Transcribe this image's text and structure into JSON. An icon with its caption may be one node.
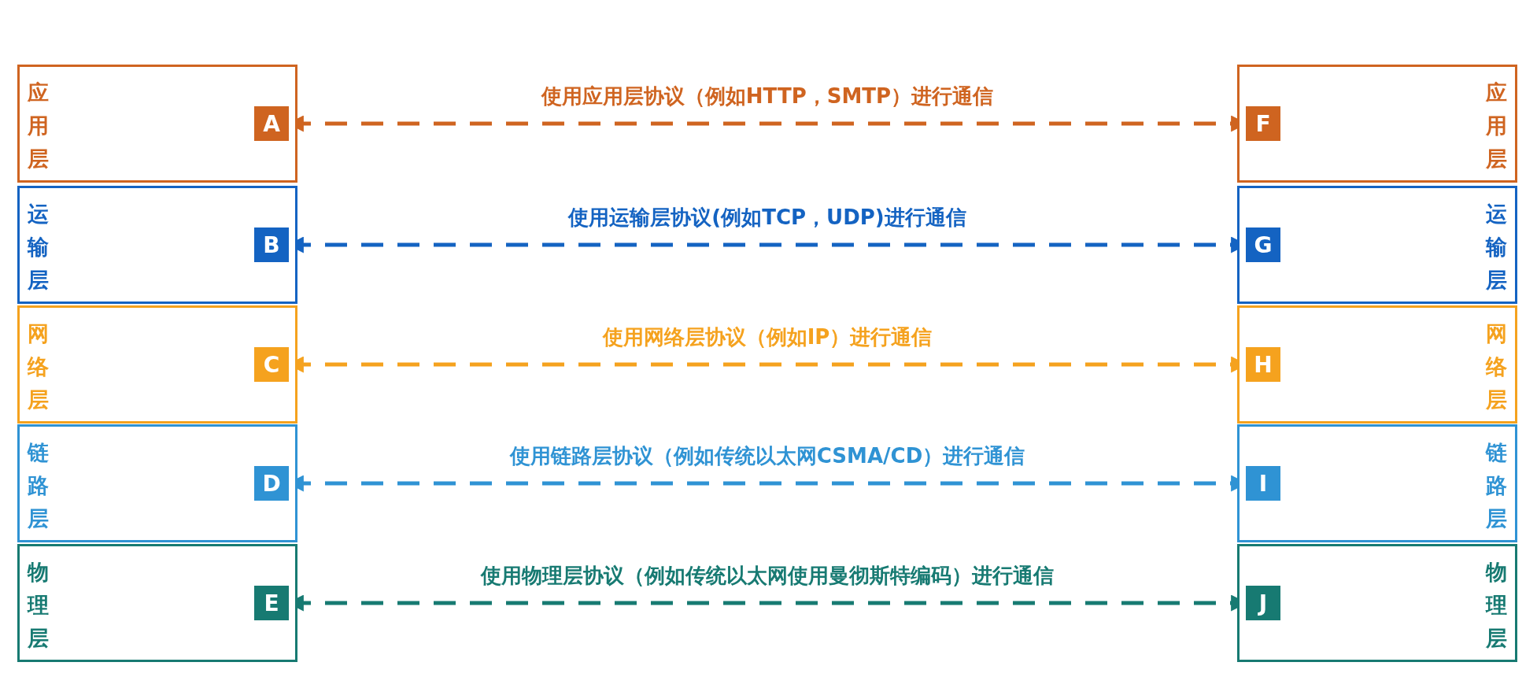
{
  "diagram": {
    "nodes": [
      {
        "text": [
          "应用层"
        ]
      },
      {
        "text": [
          "A"
        ],
        "in": 0
      },
      {
        "text": [
          "应用层"
        ]
      },
      {
        "text": [
          "F"
        ],
        "in": 2
      },
      {
        "text": [
          "运输层"
        ]
      },
      {
        "text": [
          "B"
        ],
        "in": 4
      },
      {
        "text": [
          "运输层"
        ]
      },
      {
        "text": [
          "G"
        ],
        "in": 6
      },
      {
        "text": [
          "网络层"
        ]
      },
      {
        "text": [
          "C"
        ],
        "in": 8
      },
      {
        "text": [
          "网络层"
        ]
      },
      {
        "text": [
          "H"
        ],
        "in": 10
      },
      {
        "text": [
          "链路层"
        ]
      },
      {
        "text": [
          "D"
        ],
        "in": 12
      },
      {
        "text": [
          "链路层"
        ]
      },
      {
        "text": [
          "I"
        ],
        "in": 14
      },
      {
        "text": [
          "物理层"
        ]
      },
      {
        "text": [
          "E"
        ],
        "in": 16
      },
      {
        "text": [
          "物理层"
        ]
      },
      {
        "text": [
          "J"
        ],
        "in": 18
      }
    ],
    "edges": [
      {
        "from": 1,
        "to": 3,
        "arrow": "both",
        "style": "dashed",
        "color": "#cf6420",
        "label": "使用应用层协议（例如HTTP，SMTP）进行通信"
      },
      {
        "from": 5,
        "to": 7,
        "arrow": "both",
        "style": "dashed",
        "color": "#1463c2",
        "label": "使用运输层协议(例如TCP，UDP)进行通信"
      },
      {
        "from": 9,
        "to": 11,
        "arrow": "both",
        "style": "dashed",
        "color": "#f5a21e",
        "label": "使用网络层协议（例如IP）进行通信"
      },
      {
        "from": 13,
        "to": 15,
        "arrow": "both",
        "style": "dashed",
        "color": "#2f93d4",
        "label": "使用链路层协议（例如传统以太网CSMA/CD）进行通信"
      },
      {
        "from": 17,
        "to": 19,
        "arrow": "both",
        "style": "dashed",
        "color": "#177a72",
        "label": "使用物理层协议（例如传统以太网使用曼彻斯特编码）进行通信"
      }
    ]
  }
}
